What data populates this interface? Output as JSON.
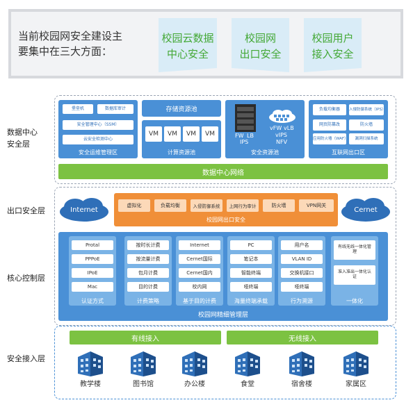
{
  "top": {
    "intro": [
      "当前校园网安全建设主",
      "要集中在三大方面："
    ],
    "aspects": [
      [
        "校园云数据",
        "中心安全"
      ],
      [
        "校园网",
        "出口安全"
      ],
      [
        "校园用户",
        "接入安全"
      ]
    ]
  },
  "side": {
    "dc": [
      "数据中心",
      "安全层"
    ],
    "exit": "出口安全层",
    "core": "核心控制层",
    "access": "安全接入层"
  },
  "dc": {
    "ops": {
      "btns": [
        "堡垒机",
        "数据库审计",
        "安全管理中心（SSM）",
        "云安全检测中心"
      ],
      "label": "安全运维管理区"
    },
    "storage": "存储资源池",
    "compute": {
      "vms": [
        "VM",
        "VM",
        "VM",
        "VM"
      ],
      "label": "计算资源池"
    },
    "sec": {
      "fw": "FW",
      "lb": "LB",
      "ips": "IPS",
      "vfw": "vFW",
      "vlb": "vLB",
      "vips": "vIPS",
      "nfv": "NFV",
      "label": "安全资源池"
    },
    "inet": {
      "btns": [
        "负载均衡器",
        "入侵防御系统（IPS）",
        "网页防篡改",
        "防火墙",
        "应用防火墙（WAF）",
        "漏洞扫描系统"
      ],
      "label": "互联网出口区"
    },
    "network": "数据中心网络"
  },
  "exit": {
    "internet": "Internet",
    "cernet": "Cernet",
    "btns": [
      "虚拟化",
      "负载均衡",
      "入侵防御系统",
      "上网行为审计",
      "防火墙",
      "VPN网关"
    ],
    "label": "校园网出口安全"
  },
  "core": {
    "cols": [
      {
        "items": [
          "Protal",
          "PPPoE",
          "IPoE",
          "Mac"
        ],
        "label": "认证方式"
      },
      {
        "items": [
          "按时长计费",
          "按流量计费",
          "包月计费",
          "目的计费"
        ],
        "label": "计费策略"
      },
      {
        "items": [
          "Internet",
          "Cernet国际",
          "Cernet国内",
          "校内网"
        ],
        "label": "基于目的计费"
      },
      {
        "items": [
          "PC",
          "笔记本",
          "智能终端",
          "哑终端"
        ],
        "label": "海量终端承载"
      },
      {
        "items": [
          "用户名",
          "VLAN ID",
          "交换机接口",
          "哑终端"
        ],
        "label": "行为溯源"
      },
      {
        "items": [
          "有线无线一体化管理",
          "准入准出一体化认证"
        ],
        "label": "一体化"
      }
    ],
    "label": "校园网精细管理层"
  },
  "access": {
    "wired": "有线接入",
    "wireless": "无线接入",
    "buildings": [
      "教学楼",
      "图书馆",
      "办公楼",
      "食堂",
      "宿舍楼",
      "家属区"
    ]
  }
}
